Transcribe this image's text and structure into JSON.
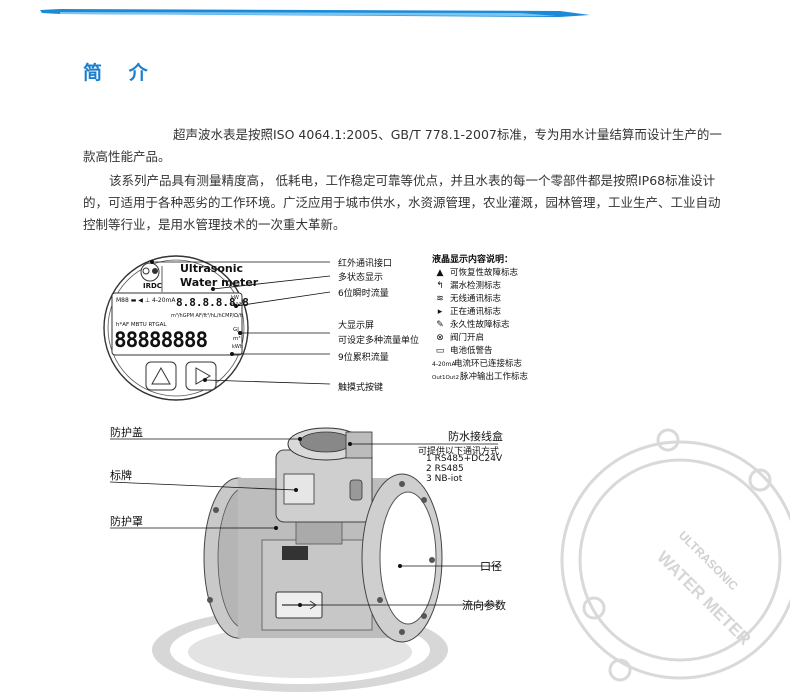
{
  "heading": "简 介",
  "paragraphs": {
    "p1": "超声波水表是按照ISO 4064.1:2005、GB/T 778.1-2007标准，专为用水计量结算而设计生产的一款高性能产品。",
    "p2": "该系列产品具有测量精度高，  低耗电，工作稳定可靠等优点，并且水表的每一个零部件都是按照IP68标准设计的，可适用于各种恶劣的工作环境。广泛应用于城市供水，水资源管理，农业灌溉，园林管理，工业生产、工业自动控制等行业，是用水管理技术的一次重大革新。"
  },
  "meter_face": {
    "brand_line1": "Ultrasonic",
    "brand_line2": "Water meter",
    "irdc": "IRDC",
    "status_row": "M88 ▬ ◀ ⊥ 4-20mA",
    "small_digits": "8.8.8.8.8.8",
    "unit_kw": "kW",
    "unit_mh": "m³/h",
    "flag_row": "m³/hGPM AF/ft³/hL/hCMP/Ω/h",
    "label_row": "h*AF MBTU RTGAL",
    "big_digits": "88888888",
    "unit_gj": "GJ",
    "unit_m3": "m³",
    "unit_kwh": "kWh"
  },
  "callouts_face": [
    "红外通讯接口",
    "多状态显示",
    "6位瞬时流量",
    "大显示屏",
    "可设定多种流量单位",
    "9位累积流量",
    "触摸式按键"
  ],
  "legend": {
    "title": "液晶显示内容说明：",
    "items": [
      {
        "icon": "▲",
        "text": "可恢复性故障标志"
      },
      {
        "icon": "↰",
        "text": "漏水检测标志"
      },
      {
        "icon": "≋",
        "text": "无线通讯标志"
      },
      {
        "icon": "▸",
        "text": "正在通讯标志"
      },
      {
        "icon": "✎",
        "text": "永久性故障标志"
      },
      {
        "icon": "⊗",
        "text": "阀门开启"
      },
      {
        "icon": "▭",
        "text": "电池低警告"
      },
      {
        "icon": "4-20mA",
        "text": "电流环已连接标志"
      },
      {
        "icon": "Out1Out2",
        "text": "脉冲输出工作标志"
      }
    ]
  },
  "callouts_body": {
    "left": [
      "防护盖",
      "标牌",
      "防护罩"
    ],
    "right_box": "防水接线盒",
    "comm_title": "可提供以下通讯方式",
    "comm_items": [
      "1 RS485+DC24V",
      "2 RS485",
      "3 NB-iot"
    ],
    "caliber": "口径",
    "flow_dir": "流向参数"
  },
  "watermark": {
    "line1": "ULTRASONIC",
    "line2": "WATER METER"
  }
}
